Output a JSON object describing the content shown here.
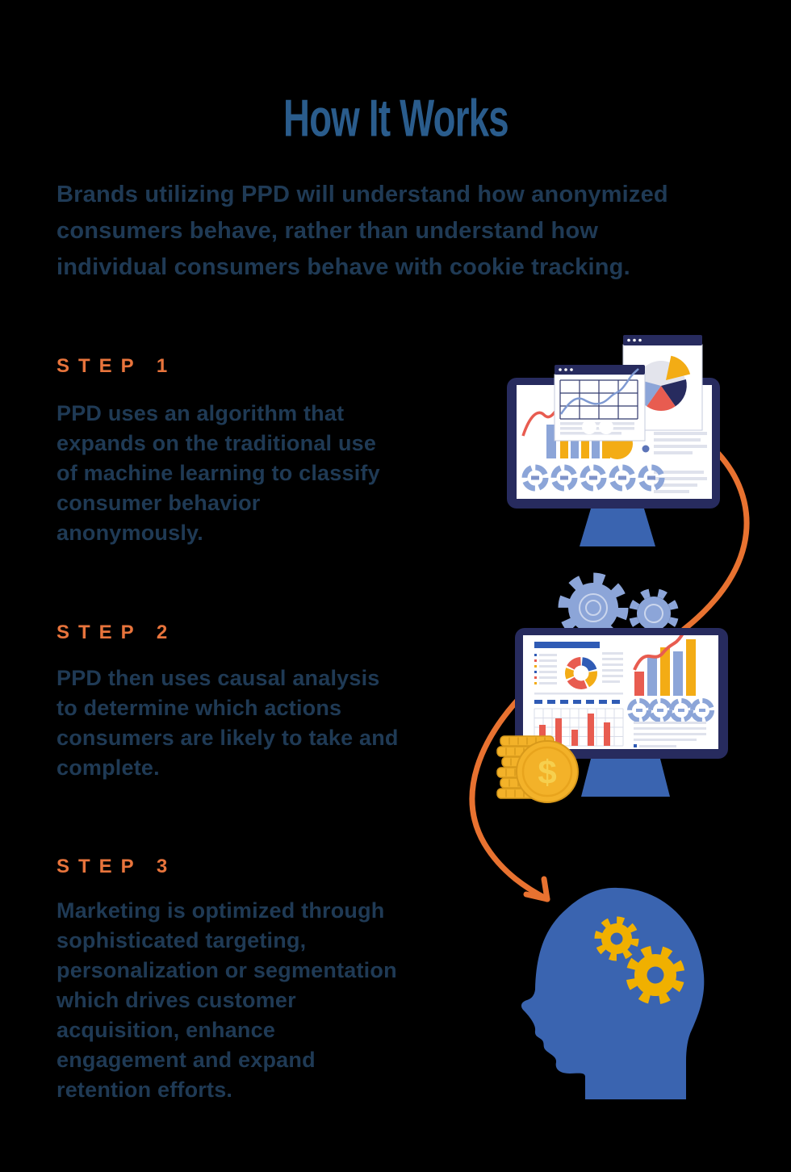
{
  "title": "How It Works",
  "intro": "Brands utilizing PPD will understand how anonymized\nconsumers behave, rather than understand how\nindividual consumers behave with cookie tracking.",
  "steps": [
    {
      "label": "STEP 1",
      "text": "PPD uses an algorithm that\nexpands on the traditional use\nof machine learning to classify\nconsumer behavior\nanonymously."
    },
    {
      "label": "STEP 2",
      "text": "PPD then uses causal analysis\nto determine which actions\nconsumers are likely to take and\ncomplete."
    },
    {
      "label": "STEP 3",
      "text": "Marketing is optimized through\nsophisticated targeting,\npersonalization or segmentation\nwhich drives customer\nacquisition, enhance\nengagement and expand\nretention efforts."
    }
  ],
  "illustration": {
    "coin_symbol": "$"
  },
  "colors": {
    "background": "#000000",
    "title_blue": "#2a5c8c",
    "body_navy": "#1f3a55",
    "step_orange": "#e8743c",
    "arrow_orange": "#e87230",
    "monitor_navy": "#272b5e",
    "stand_blue": "#3a64b0",
    "periwinkle": "#8ca5d8",
    "accent_yellow": "#f3ac15",
    "coral_red": "#e85c50",
    "coin_gold": "#f3b229",
    "gear_yellow": "#f0b000",
    "ui_blue": "#2f5bb5",
    "line_gray": "#dfe2ec"
  }
}
